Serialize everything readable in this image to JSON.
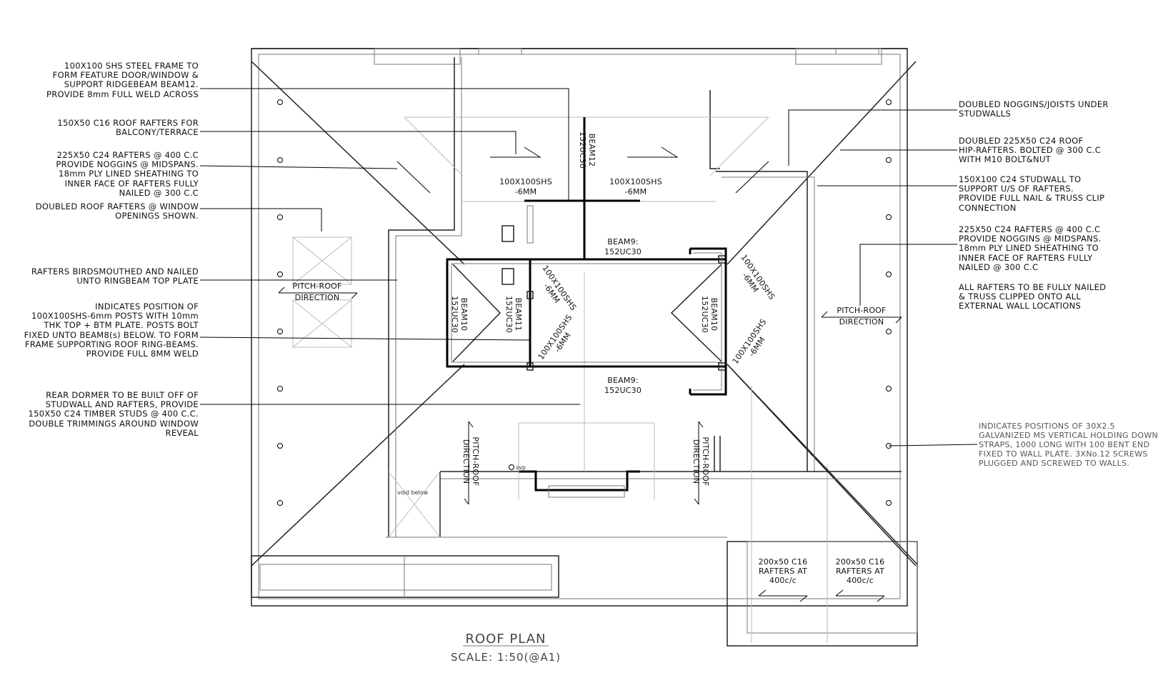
{
  "notes_left": [
    "100X100 SHS STEEL FRAME TO\nFORM FEATURE DOOR/WINDOW &\nSUPPORT RIDGEBEAM BEAM12.\nPROVIDE 8mm FULL WELD ACROSS",
    "150X50 C16 ROOF RAFTERS FOR\nBALCONY/TERRACE",
    "225X50 C24 RAFTERS @ 400 C.C\nPROVIDE NOGGINS @ MIDSPANS.\n18mm PLY LINED SHEATHING TO\nINNER FACE OF RAFTERS FULLY\nNAILED @ 300 C.C",
    "DOUBLED ROOF RAFTERS @ WINDOW\nOPENINGS SHOWN.",
    "RAFTERS BIRDSMOUTHED AND NAILED\nUNTO RINGBEAM TOP PLATE",
    "INDICATES POSITION OF\n100X100SHS-6mm POSTS WITH 10mm\nTHK TOP + BTM PLATE. POSTS BOLT\nFIXED UNTO BEAM8(s) BELOW. TO FORM\nFRAME SUPPORTING ROOF RING-BEAMS.\nPROVIDE FULL 8MM WELD",
    "REAR DORMER TO BE BUILT OFF OF\nSTUDWALL AND RAFTERS, PROVIDE\n150X50 C24 TIMBER STUDS @ 400 C.C.\nDOUBLE TRIMMINGS AROUND WINDOW\nREVEAL"
  ],
  "notes_right": [
    "DOUBLED NOGGINS/JOISTS UNDER\nSTUDWALLS",
    "DOUBLED 225X50 C24 ROOF\nHIP-RAFTERS. BOLTED @ 300 C.C\nWITH M10 BOLT&NUT",
    "150X100 C24 STUDWALL TO\nSUPPORT U/S OF RAFTERS.\nPROVIDE FULL NAIL & TRUSS CLIP\nCONNECTION",
    "225X50 C24 RAFTERS @ 400 C.C\nPROVIDE NOGGINS @ MIDSPANS.\n18mm PLY LINED SHEATHING TO\nINNER FACE OF RAFTERS FULLY\nNAILED @ 300 C.C",
    "ALL RAFTERS TO BE FULLY NAILED\n& TRUSS CLIPPED ONTO ALL\nEXTERNAL WALL LOCATIONS",
    "INDICATES POSITIONS OF 30X2.5\nGALVANIZED MS VERTICAL HOLDING DOWN\nSTRAPS, 1000 LONG WITH 100 BENT END\nFIXED TO WALL PLATE. 3XNo.12 SCREWS\nPLUGGED AND SCREWED TO WALLS."
  ],
  "plan_labels": {
    "shs_left": [
      "100X100SHS",
      "-6MM"
    ],
    "shs_right": [
      "100X100SHS",
      "-6MM"
    ],
    "beam12": [
      "BEAM12",
      "152UC30"
    ],
    "beam9_top": [
      "BEAM9:",
      "152UC30"
    ],
    "beam9_bottom": [
      "BEAM9:",
      "152UC30"
    ],
    "beam10_left": [
      "BEAM10",
      "152UC30"
    ],
    "beam10_right": [
      "BEAM10",
      "152UC30"
    ],
    "beam11": [
      "BEAM11",
      "152UC30"
    ],
    "shs_diag_a": [
      "100X100SHS",
      "-6MM"
    ],
    "shs_diag_b": [
      "100X100SHS",
      "-6MM"
    ],
    "shs_diag_c": [
      "100X100SHS",
      "-6MM"
    ],
    "shs_diag_d": [
      "100X100SHS",
      "-6MM"
    ],
    "pitch_left": [
      "PITCH-ROOF",
      "DIRECTION"
    ],
    "pitch_right": [
      "PITCH-ROOF",
      "DIRECTION"
    ],
    "pitch_bottom_a": [
      "PITCH-ROOF",
      "DIRECTION"
    ],
    "pitch_bottom_b": [
      "PITCH-ROOF",
      "DIRECTION"
    ],
    "svp": "svp",
    "void": "void below",
    "rafters_a": [
      "200x50 C16",
      "RAFTERS AT",
      "400c/c"
    ],
    "rafters_b": [
      "200x50 C16",
      "RAFTERS AT",
      "400c/c"
    ]
  },
  "title": "ROOF PLAN",
  "scale": "SCALE: 1:50(@A1)"
}
